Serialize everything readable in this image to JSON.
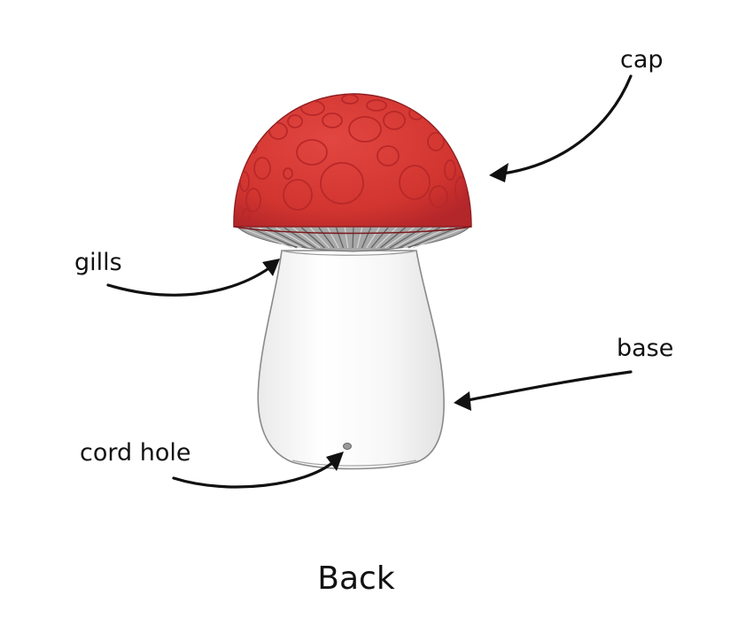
{
  "diagram": {
    "view_title": "Back",
    "labels": {
      "cap": "cap",
      "gills": "gills",
      "base": "base",
      "cord_hole": "cord hole"
    },
    "colors": {
      "cap_red": "#d63a35",
      "cap_dark": "#b8282a",
      "gills_gray": "#8f8f8f",
      "base_fill": "#f6f6f6",
      "base_outline": "#8a8a8a",
      "ink": "#111111"
    }
  }
}
